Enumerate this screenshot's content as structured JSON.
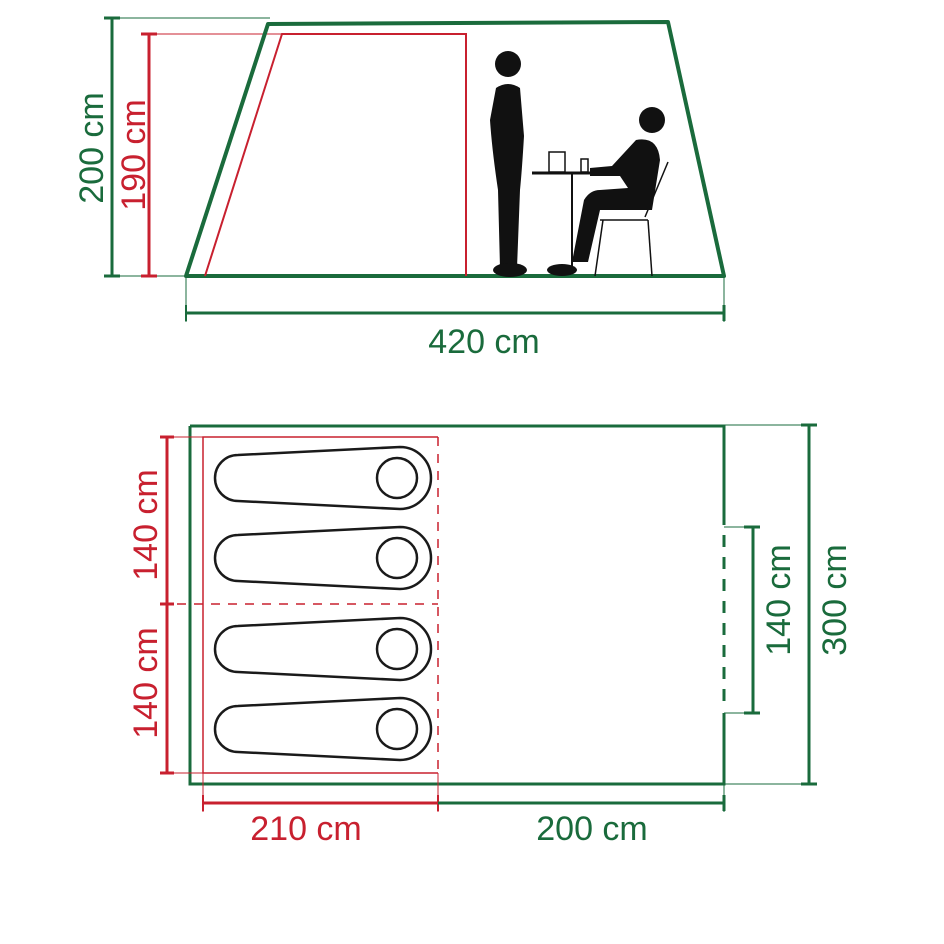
{
  "colors": {
    "outer_green": "#1a6b3c",
    "inner_red": "#c8202f",
    "figure_black": "#111111",
    "background": "#ffffff"
  },
  "side_view": {
    "height_outer_label": "200 cm",
    "height_inner_label": "190 cm",
    "length_label": "420 cm",
    "figures": [
      "standing-person",
      "seated-person",
      "table",
      "chair",
      "cup",
      "glass"
    ]
  },
  "floor_plan": {
    "bedroom_height_top_label": "140 cm",
    "bedroom_height_bottom_label": "140 cm",
    "door_width_label": "140 cm",
    "total_width_label": "300 cm",
    "bedroom_length_label": "210 cm",
    "living_length_label": "200 cm",
    "sleeping_bags": 4
  }
}
